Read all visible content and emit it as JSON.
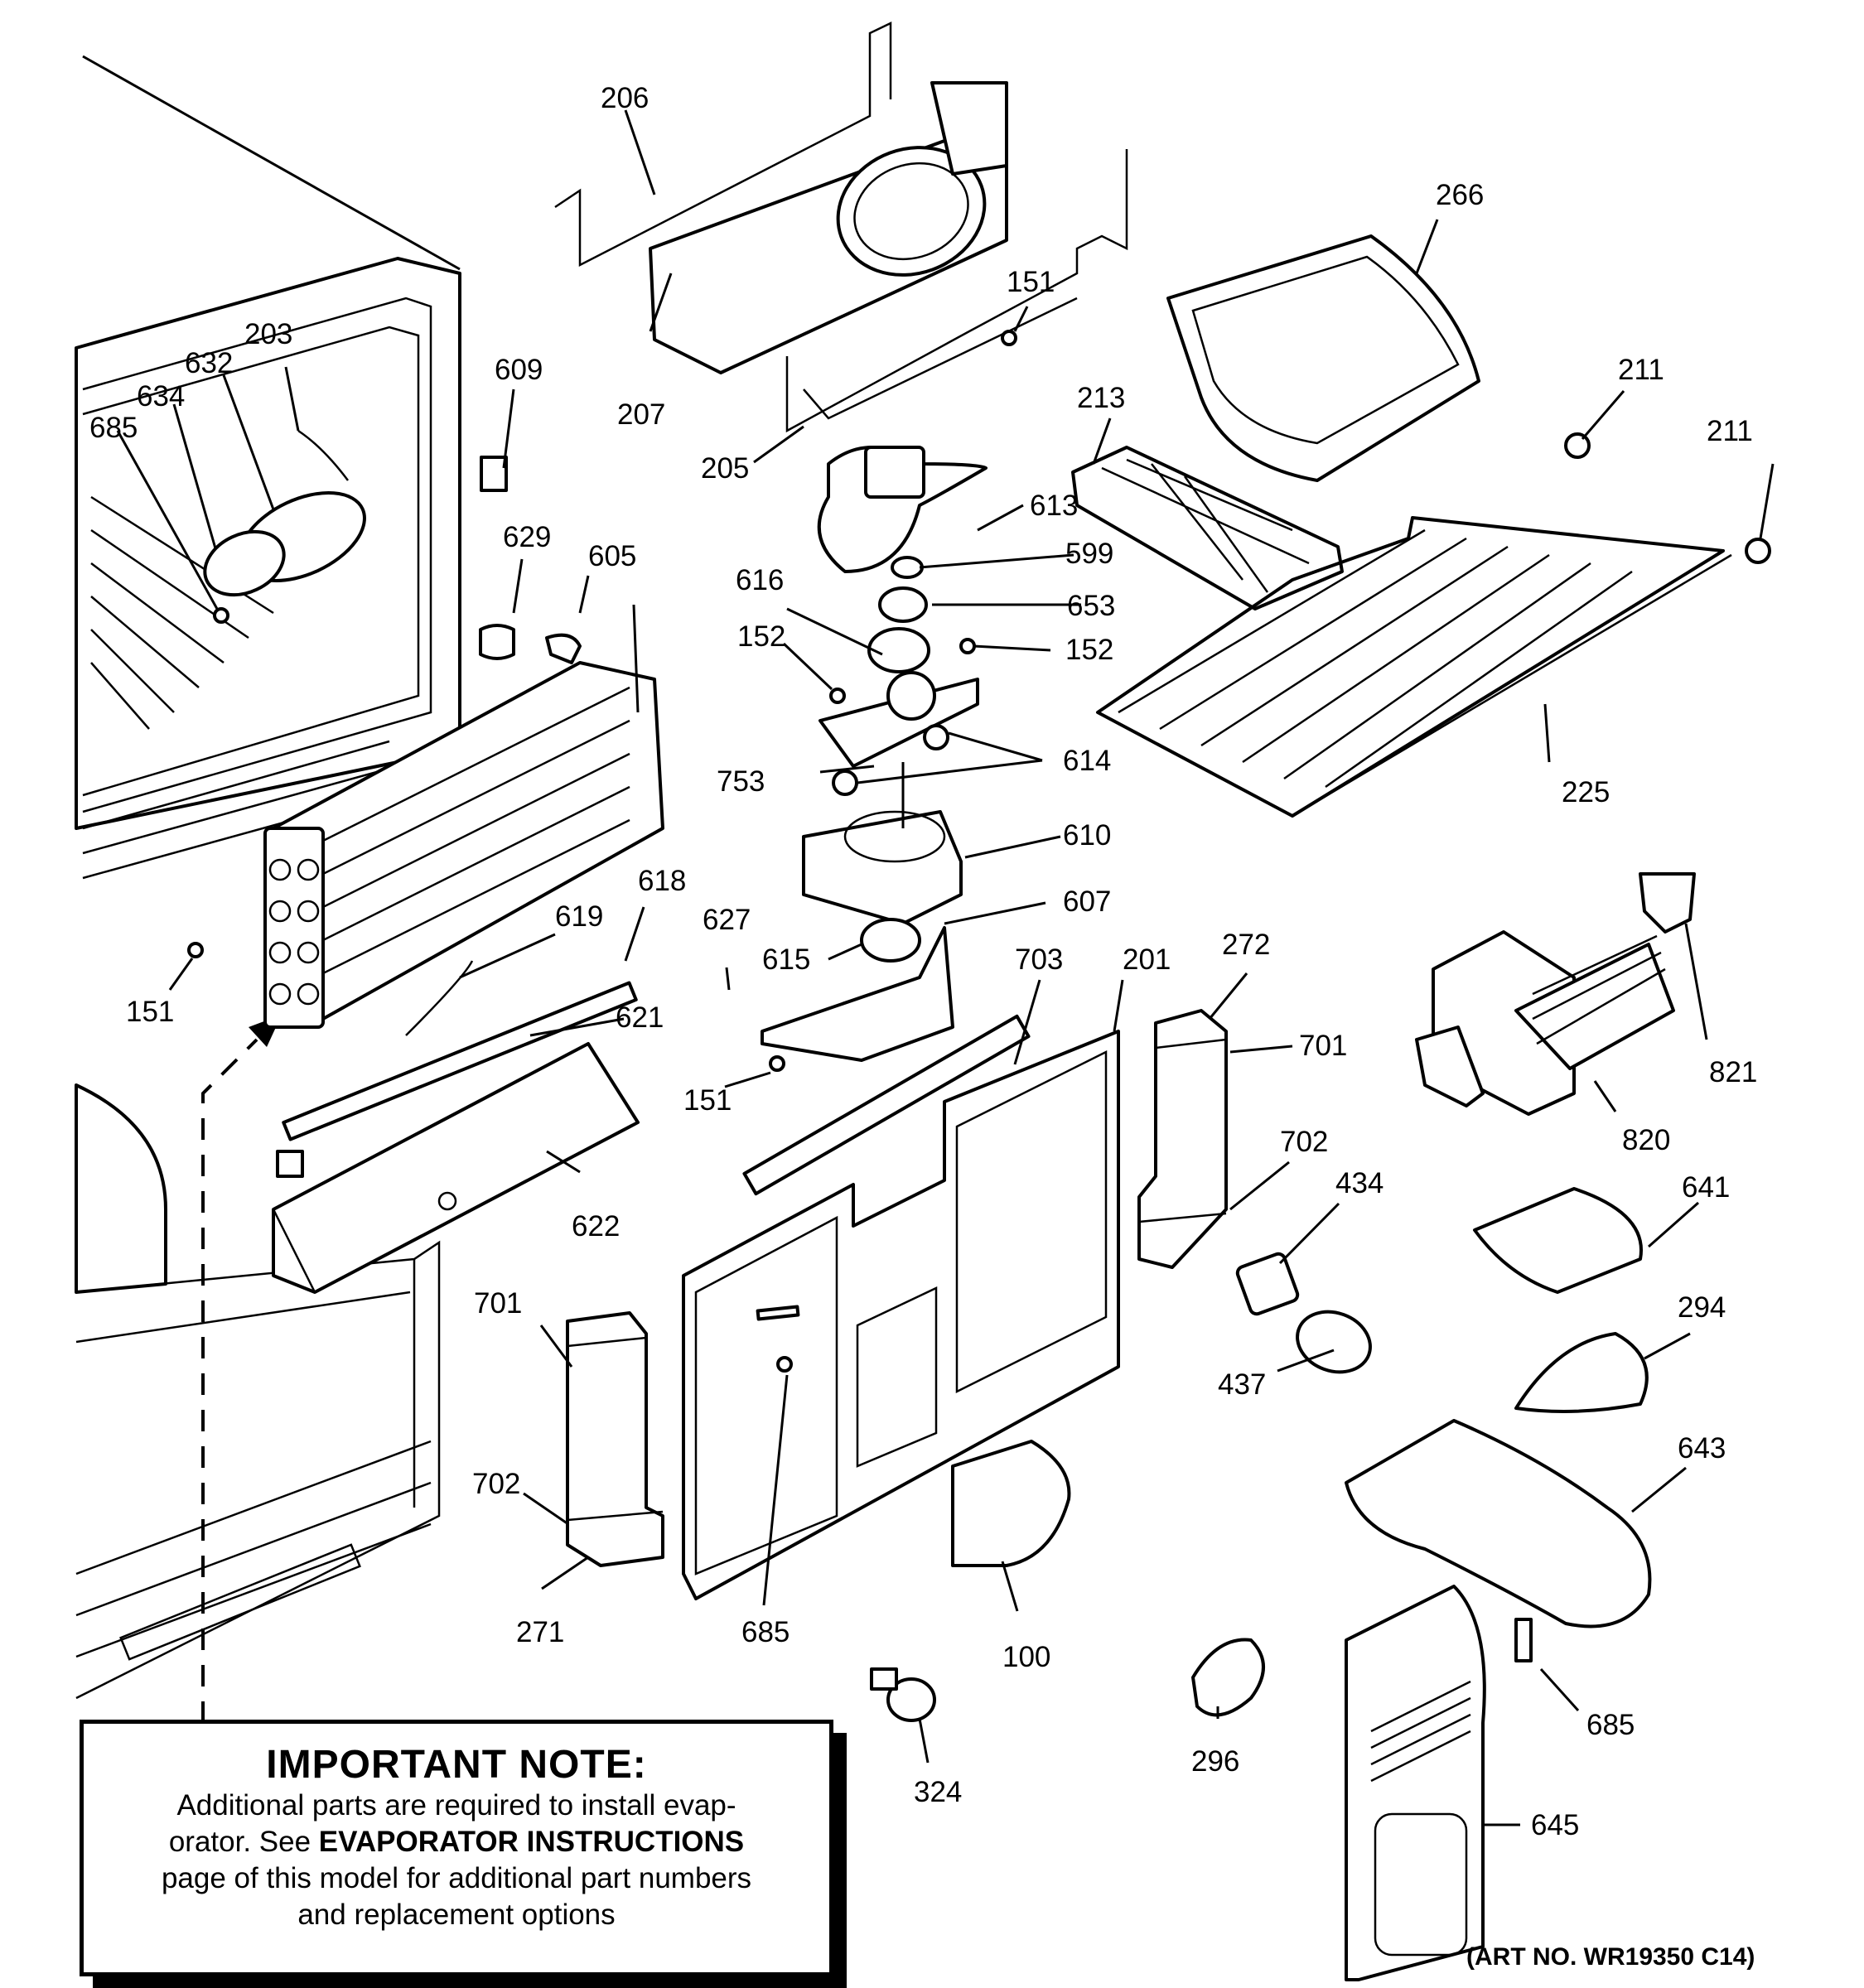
{
  "labels": [
    {
      "id": "206a",
      "text": "206"
    },
    {
      "id": "207",
      "text": "207"
    },
    {
      "id": "205",
      "text": "205"
    },
    {
      "id": "151a",
      "text": "151"
    },
    {
      "id": "266",
      "text": "266"
    },
    {
      "id": "211a",
      "text": "211"
    },
    {
      "id": "211b",
      "text": "211"
    },
    {
      "id": "213",
      "text": "213"
    },
    {
      "id": "613",
      "text": "613"
    },
    {
      "id": "599",
      "text": "599"
    },
    {
      "id": "653",
      "text": "653"
    },
    {
      "id": "616",
      "text": "616"
    },
    {
      "id": "152a",
      "text": "152"
    },
    {
      "id": "152b",
      "text": "152"
    },
    {
      "id": "614",
      "text": "614"
    },
    {
      "id": "753",
      "text": "753"
    },
    {
      "id": "610",
      "text": "610"
    },
    {
      "id": "607",
      "text": "607"
    },
    {
      "id": "615",
      "text": "615"
    },
    {
      "id": "703",
      "text": "703"
    },
    {
      "id": "201",
      "text": "201"
    },
    {
      "id": "272",
      "text": "272"
    },
    {
      "id": "701a",
      "text": "701"
    },
    {
      "id": "702a",
      "text": "702"
    },
    {
      "id": "434",
      "text": "434"
    },
    {
      "id": "437",
      "text": "437"
    },
    {
      "id": "225",
      "text": "225"
    },
    {
      "id": "821",
      "text": "821"
    },
    {
      "id": "820",
      "text": "820"
    },
    {
      "id": "641",
      "text": "641"
    },
    {
      "id": "294",
      "text": "294"
    },
    {
      "id": "643",
      "text": "643"
    },
    {
      "id": "685a",
      "text": "685"
    },
    {
      "id": "645",
      "text": "645"
    },
    {
      "id": "296",
      "text": "296"
    },
    {
      "id": "324",
      "text": "324"
    },
    {
      "id": "100",
      "text": "100"
    },
    {
      "id": "685b",
      "text": "685"
    },
    {
      "id": "271",
      "text": "271"
    },
    {
      "id": "702b",
      "text": "702"
    },
    {
      "id": "701b",
      "text": "701"
    },
    {
      "id": "622",
      "text": "622"
    },
    {
      "id": "621",
      "text": "621"
    },
    {
      "id": "619",
      "text": "619"
    },
    {
      "id": "618",
      "text": "618"
    },
    {
      "id": "627",
      "text": "627"
    },
    {
      "id": "151b",
      "text": "151"
    },
    {
      "id": "151c",
      "text": "151"
    },
    {
      "id": "629",
      "text": "629"
    },
    {
      "id": "605",
      "text": "605"
    },
    {
      "id": "609",
      "text": "609"
    },
    {
      "id": "203",
      "text": "203"
    },
    {
      "id": "632",
      "text": "632"
    },
    {
      "id": "634",
      "text": "634"
    },
    {
      "id": "685c",
      "text": "685"
    }
  ],
  "note": {
    "title": "IMPORTANT NOTE:",
    "line1": "Additional parts are required to install evap-",
    "line2_pre": "orator.  See ",
    "line2_bold": "EVAPORATOR INSTRUCTIONS",
    "line3": "page of this model for additional part numbers",
    "line4": "and replacement options"
  },
  "art_number": "(ART NO. WR19350 C14)"
}
